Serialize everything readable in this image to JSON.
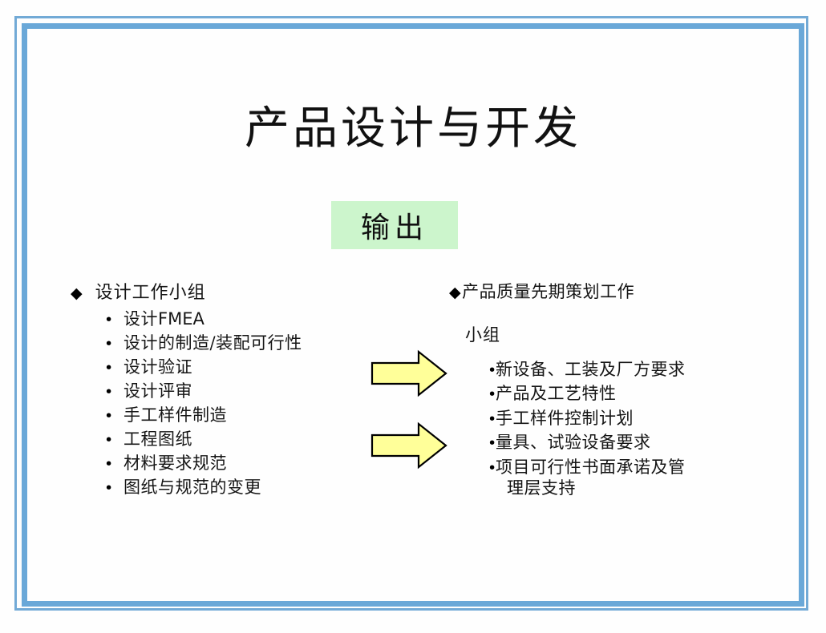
{
  "slide": {
    "title": "产品设计与开发",
    "chip_label": "输出",
    "accent_frame_color": "#6aa8d8",
    "chip_bg_color": "#ccf5cc",
    "arrow_fill_color": "#ffff99",
    "arrow_stroke_color": "#000000",
    "background_color": "#fefefe"
  },
  "left_column": {
    "marker": "◆",
    "heading": "设计工作小组",
    "bullet_marker": "•",
    "items": [
      {
        "cn": "设计",
        "en": "FMEA"
      },
      {
        "cn": "设计的制造/装配可行性",
        "en": ""
      },
      {
        "cn": "设计验证",
        "en": ""
      },
      {
        "cn": "设计评审",
        "en": ""
      },
      {
        "cn": "手工样件制造",
        "en": ""
      },
      {
        "cn": "工程图纸",
        "en": ""
      },
      {
        "cn": "材料要求规范",
        "en": ""
      },
      {
        "cn": "图纸与规范的变更",
        "en": ""
      }
    ]
  },
  "right_column": {
    "marker": "◆",
    "heading": "产品质量先期策划工作",
    "subheading": "小组",
    "bullet_marker": "•",
    "items": [
      {
        "line1": "新设备、工装及厂方要求",
        "line2": ""
      },
      {
        "line1": "产品及工艺特性",
        "line2": ""
      },
      {
        "line1": "手工样件控制计划",
        "line2": ""
      },
      {
        "line1": "量具、试验设备要求",
        "line2": ""
      },
      {
        "line1": "项目可行性书面承诺及管",
        "line2": "理层支持"
      }
    ]
  },
  "arrows": [
    {
      "name": "flow-arrow-top",
      "direction": "right"
    },
    {
      "name": "flow-arrow-bottom",
      "direction": "right"
    }
  ]
}
